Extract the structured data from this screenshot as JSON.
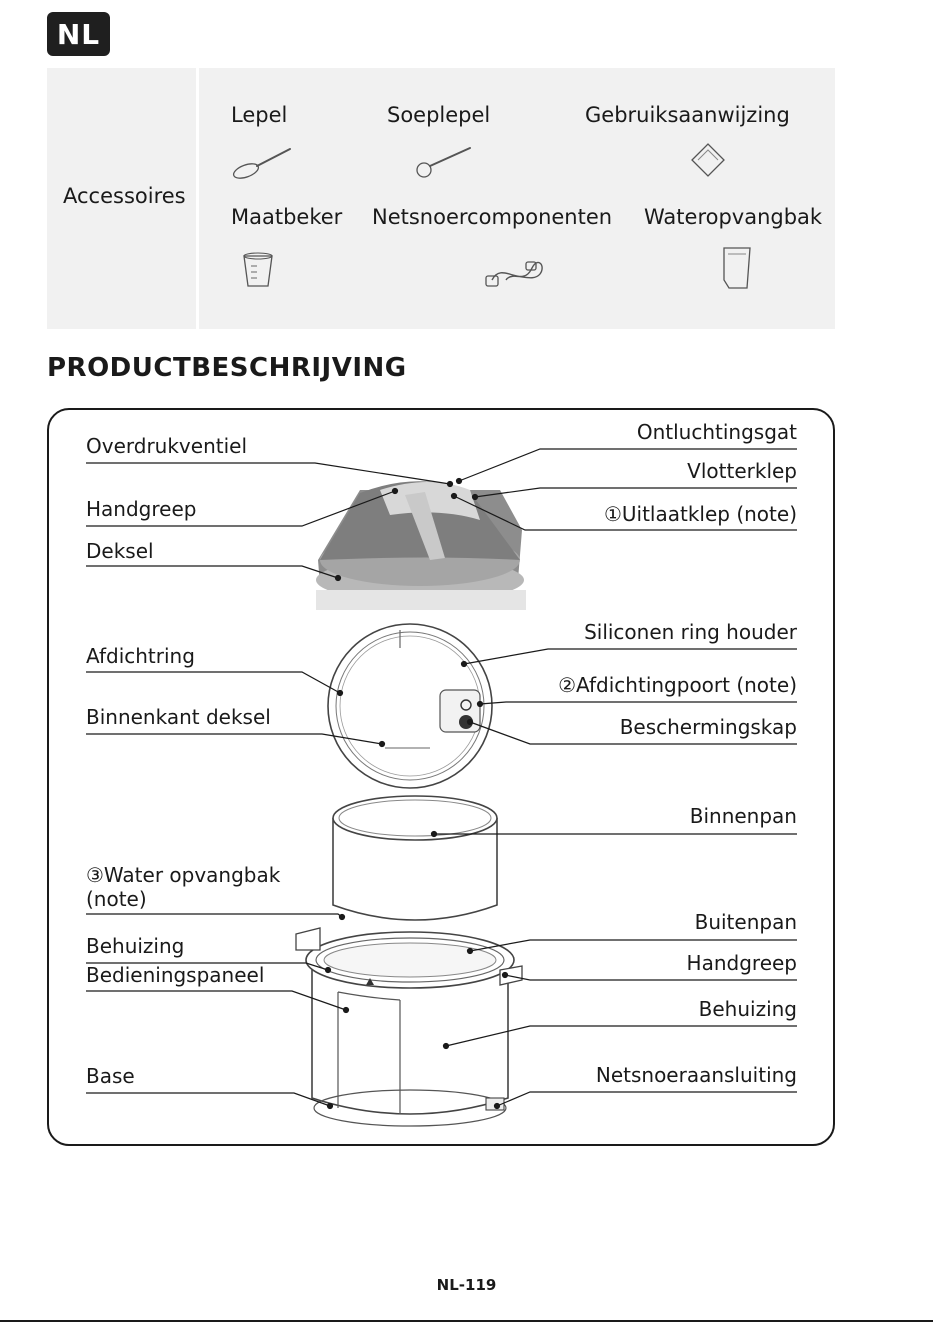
{
  "badge": "NL",
  "accessories": {
    "heading": "Accessoires",
    "items": [
      {
        "label": "Lepel",
        "icon": "spoon-icon"
      },
      {
        "label": "Soeplepel",
        "icon": "ladle-icon"
      },
      {
        "label": "Gebruiksaanwijzing",
        "icon": "manual-icon"
      },
      {
        "label": "Maatbeker",
        "icon": "measuring-cup-icon"
      },
      {
        "label": "Netsnoercomponenten",
        "icon": "power-cord-icon"
      },
      {
        "label": "Wateropvangbak",
        "icon": "water-tray-icon"
      }
    ]
  },
  "section_title": "PRODUCTBESCHRIJVING",
  "labels_left": {
    "overdrukventiel": "Overdrukventiel",
    "handgreep": "Handgreep",
    "deksel": "Deksel",
    "afdichtring": "Afdichtring",
    "binnenkant_deksel": "Binnenkant deksel",
    "water_opvangbak_1": "③Water opvangbak",
    "water_opvangbak_2": "(note)",
    "behuizing": "Behuizing",
    "bedieningspaneel": "Bedieningspaneel",
    "base": "Base"
  },
  "labels_right": {
    "ontluchtingsgat": "Ontluchtingsgat",
    "vlotterklep": "Vlotterklep",
    "uitlaatklep": "①Uitlaatklep (note)",
    "siliconen_ring_houder": "Siliconen ring houder",
    "afdichtingpoort": "②Afdichtingpoort (note)",
    "beschermingskap": "Beschermingskap",
    "binnenpan": "Binnenpan",
    "buitenpan": "Buitenpan",
    "handgreep": "Handgreep",
    "behuizing": "Behuizing",
    "netsnoeraansluiting": "Netsnoeraansluiting"
  },
  "page_number": "NL-119",
  "colors": {
    "badge_bg": "#1f1f1f",
    "table_bg": "#f1f1f1",
    "lid_gray": "#9a9a9a",
    "line": "#1a1a1a"
  }
}
